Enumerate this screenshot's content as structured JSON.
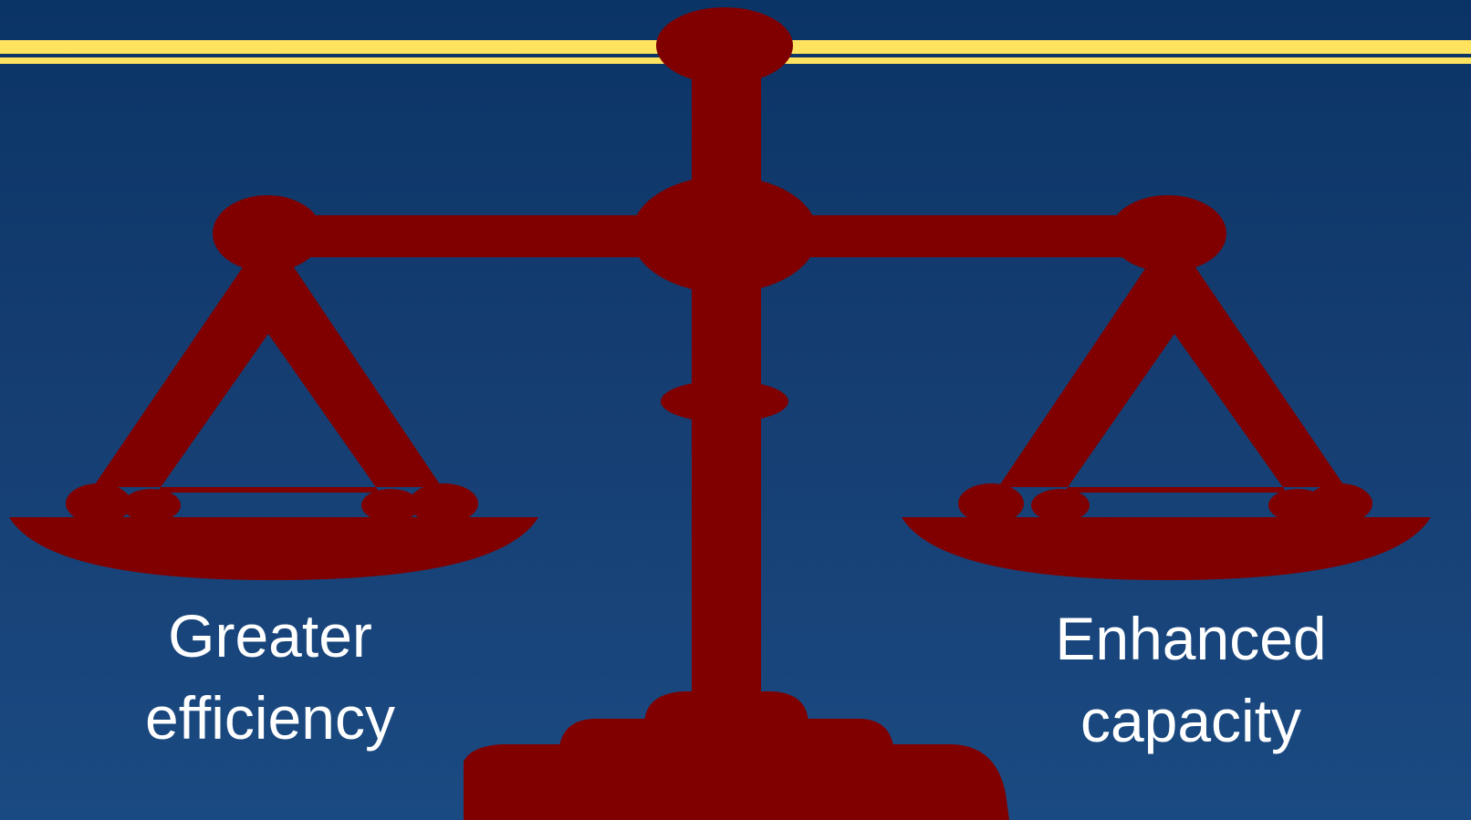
{
  "colors": {
    "background_top": "#0b3466",
    "background_bottom": "#1a4a82",
    "stripe": "#ffe35f",
    "scale": "#800000",
    "text": "#ffffff"
  },
  "labels": {
    "left": {
      "line1": "Greater",
      "line2": "efficiency"
    },
    "right": {
      "line1": "Enhanced",
      "line2": "capacity"
    }
  }
}
